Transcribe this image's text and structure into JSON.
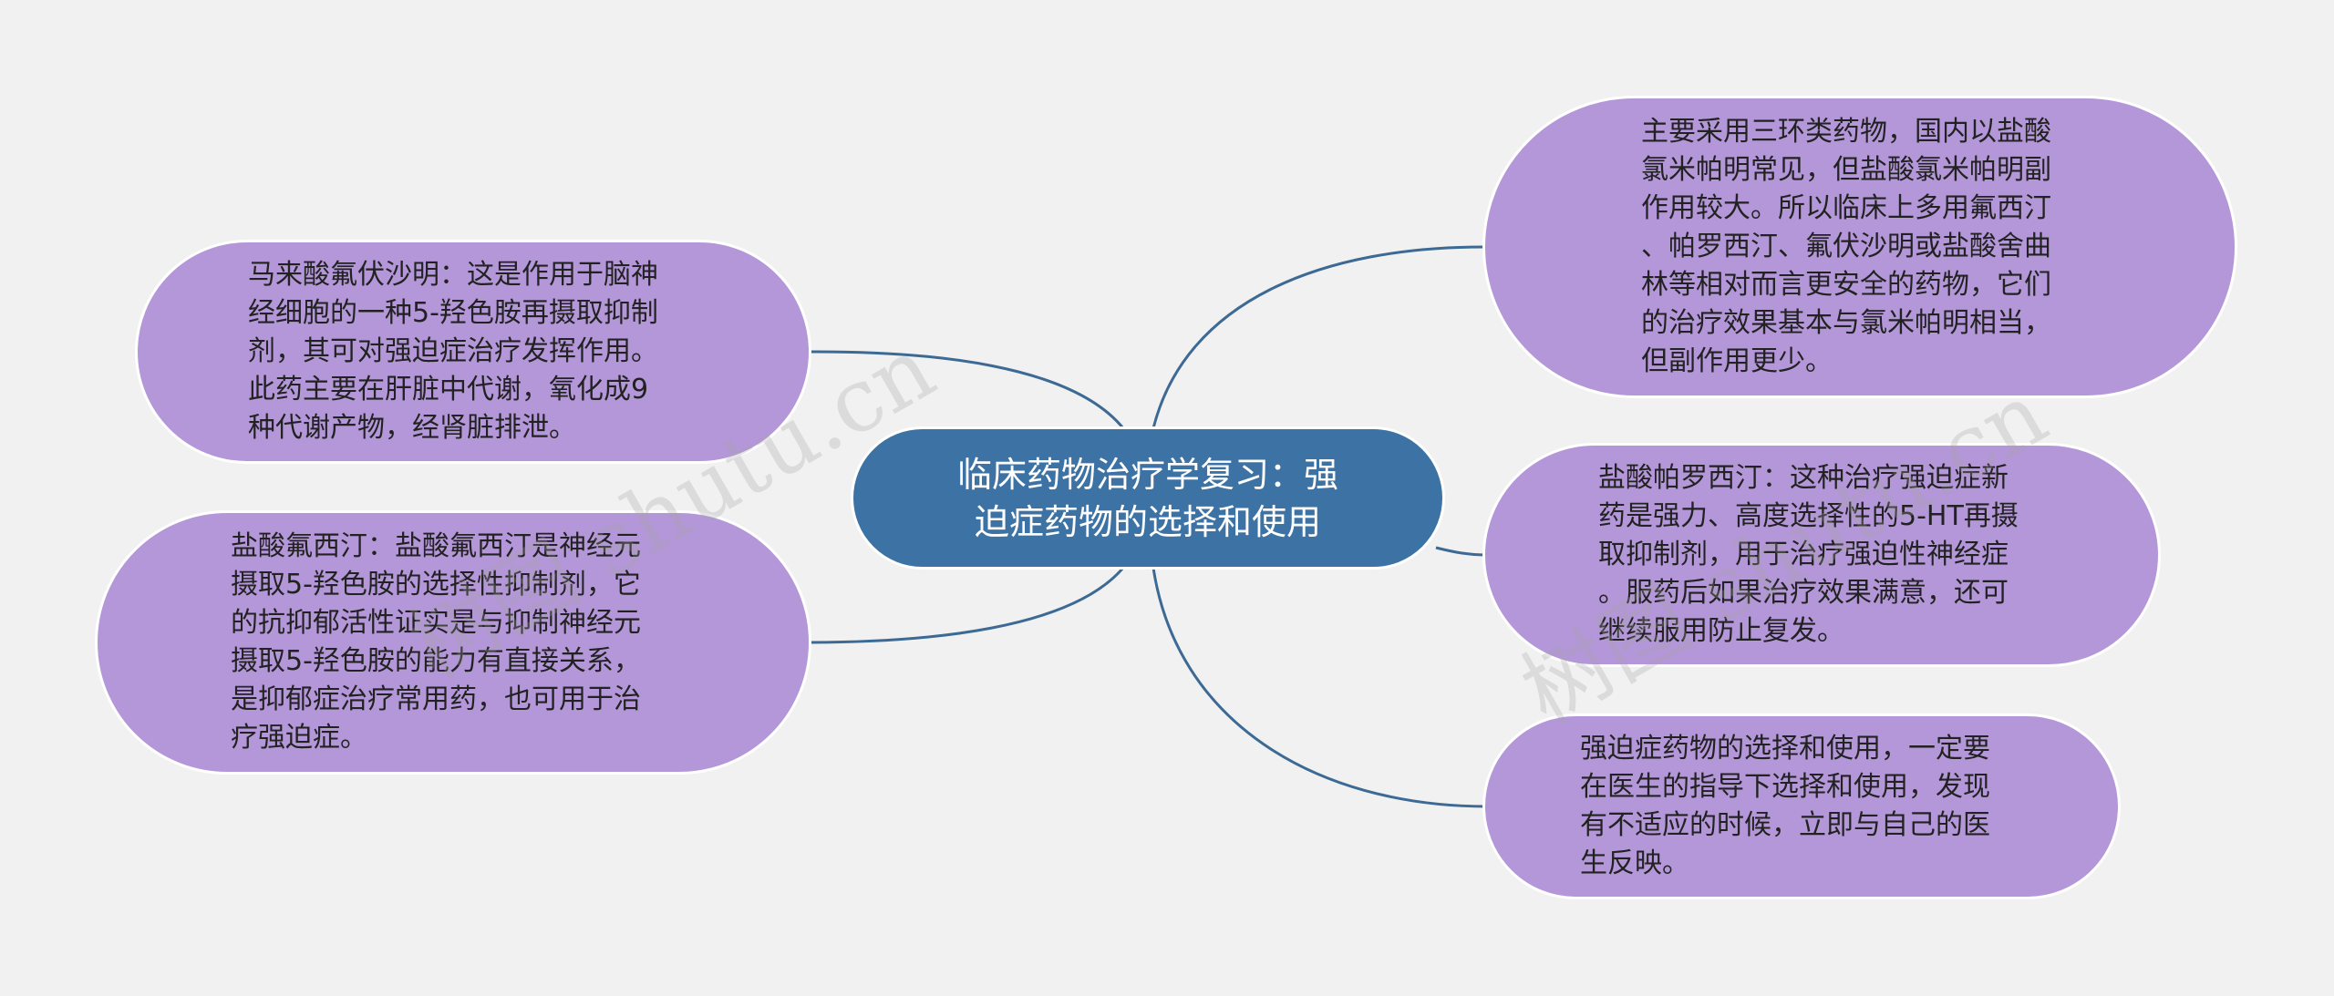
{
  "mindmap": {
    "center": {
      "text": "临床药物治疗学复习：强\n迫症药物的选择和使用"
    },
    "left_nodes": [
      {
        "text": "马来酸氟伏沙明：这是作用于脑神\n经细胞的一种5-羟色胺再摄取抑制\n剂，其可对强迫症治疗发挥作用。\n此药主要在肝脏中代谢，氧化成9\n种代谢产物，经肾脏排泄。"
      },
      {
        "text": "盐酸氟西汀：盐酸氟西汀是神经元\n摄取5-羟色胺的选择性抑制剂，它\n的抗抑郁活性证实是与抑制神经元\n摄取5-羟色胺的能力有直接关系，\n是抑郁症治疗常用药，也可用于治\n疗强迫症。"
      }
    ],
    "right_nodes": [
      {
        "text": "主要采用三环类药物，国内以盐酸\n氯米帕明常见，但盐酸氯米帕明副\n作用较大。所以临床上多用氟西汀\n、帕罗西汀、氟伏沙明或盐酸舍曲\n林等相对而言更安全的药物，它们\n的治疗效果基本与氯米帕明相当，\n但副作用更少。"
      },
      {
        "text": "盐酸帕罗西汀：这种治疗强迫症新\n药是强力、高度选择性的5-HT再摄\n取抑制剂，用于治疗强迫性神经症\n。服药后如果治疗效果满意，还可\n继续服用防止复发。"
      },
      {
        "text": "强迫症药物的选择和使用，一定要\n在医生的指导下选择和使用，发现\n有不适应的时候，立即与自己的医\n生反映。"
      }
    ],
    "watermarks": [
      "树图 shutu.cn",
      "树图 shutu.cn"
    ]
  },
  "colors": {
    "background": "#f1f1f1",
    "center_fill": "#3c72a4",
    "node_fill": "#b497d9",
    "link_stroke": "#3c6a94",
    "node_border": "#ffffff"
  }
}
